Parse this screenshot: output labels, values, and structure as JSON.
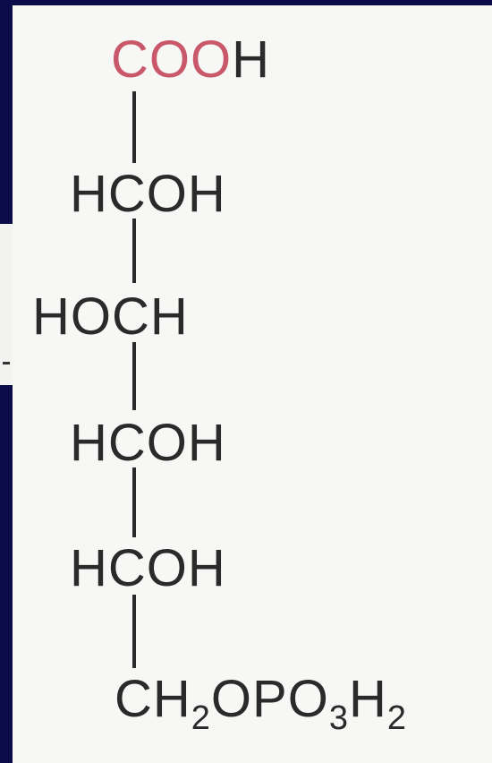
{
  "structure": {
    "top_group_red": "COO",
    "top_group_h": "H",
    "row_1": "HCOH",
    "row_2": "HOCH",
    "row_3": "HCOH",
    "row_4": "HCOH",
    "bottom_ch": "CH",
    "bottom_sub_1": "2",
    "bottom_opo": "OPO",
    "bottom_sub_2": "3",
    "bottom_h": "H",
    "bottom_sub_3": "2"
  },
  "colors": {
    "background": "#0b0b4a",
    "figure_bg": "#f7f7f5",
    "text": "#2a2a2a",
    "carboxyl": "#c8586a"
  }
}
